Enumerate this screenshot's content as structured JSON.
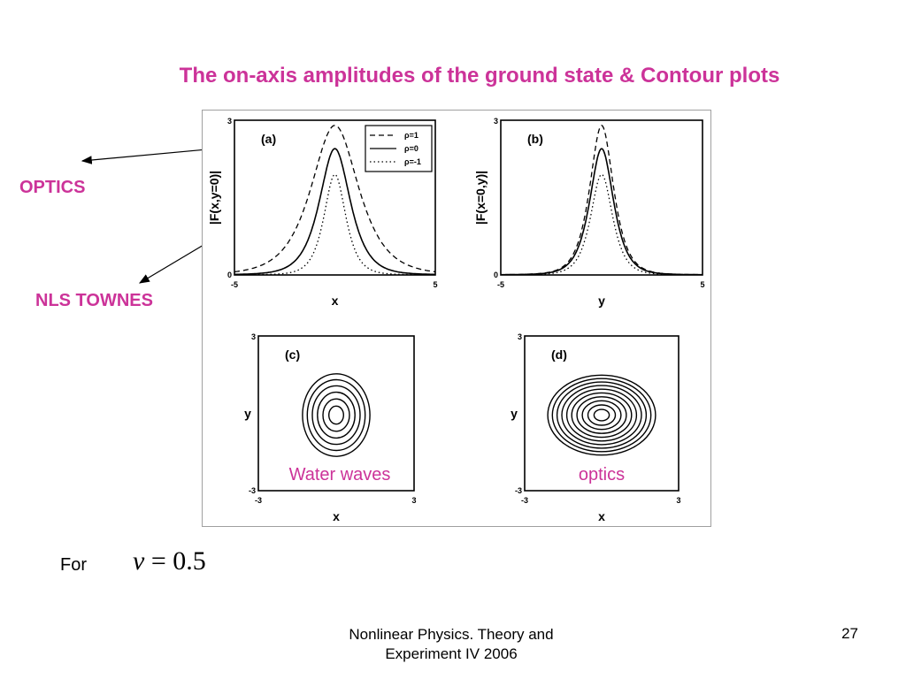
{
  "slide": {
    "title": "The on-axis amplitudes of the ground state & Contour plots",
    "label_optics": "OPTICS",
    "label_nls": "NLS TOWNES",
    "for_label": "For",
    "formula": {
      "symbol": "ν",
      "equals": "=",
      "value": "0.5"
    },
    "footer_line1": "Nonlinear Physics. Theory and",
    "footer_line2": "Experiment IV 2006",
    "page_number": "27",
    "colors": {
      "accent": "#cc3399",
      "text": "#000000"
    }
  },
  "chart_data": [
    {
      "panel": "(a)",
      "type": "line",
      "xlabel": "x",
      "ylabel": "|F(x,y=0)|",
      "xlim": [
        -5,
        5
      ],
      "ylim": [
        0,
        3
      ],
      "xticks": [
        "-5",
        "5"
      ],
      "yticks": [
        "0",
        "3"
      ],
      "legend": "top-right",
      "series": [
        {
          "name": "ρ=1",
          "style": "dashed",
          "peak": 2.9,
          "width": 1.2
        },
        {
          "name": "ρ=0",
          "style": "solid",
          "peak": 2.45,
          "width": 0.78
        },
        {
          "name": "ρ=-1",
          "style": "dotted",
          "peak": 1.95,
          "width": 0.55
        }
      ]
    },
    {
      "panel": "(b)",
      "type": "line",
      "xlabel": "y",
      "ylabel": "|F(x=0,y)|",
      "xlim": [
        -5,
        5
      ],
      "ylim": [
        0,
        3
      ],
      "xticks": [
        "-5",
        "5"
      ],
      "yticks": [
        "0",
        "3"
      ],
      "series": [
        {
          "style": "dashed",
          "peak": 2.9,
          "width": 0.6
        },
        {
          "style": "solid",
          "peak": 2.45,
          "width": 0.6
        },
        {
          "style": "dotted",
          "peak": 1.95,
          "width": 0.55
        }
      ]
    },
    {
      "panel": "(c)",
      "type": "contour",
      "xlabel": "x",
      "ylabel": "y",
      "xlim": [
        -3,
        3
      ],
      "ylim": [
        -3,
        3
      ],
      "xticks": [
        "-3",
        "3"
      ],
      "yticks": [
        "-3",
        "3"
      ],
      "annotation": "Water waves",
      "levels": 6,
      "rx_max": 1.3,
      "ry_max": 1.6
    },
    {
      "panel": "(d)",
      "type": "contour",
      "xlabel": "x",
      "ylabel": "y",
      "xlim": [
        -3,
        3
      ],
      "ylim": [
        -3,
        3
      ],
      "xticks": [
        "-3",
        "3"
      ],
      "yticks": [
        "-3",
        "3"
      ],
      "annotation": "optics",
      "levels": 10,
      "rx_max": 2.1,
      "ry_max": 1.55
    }
  ]
}
